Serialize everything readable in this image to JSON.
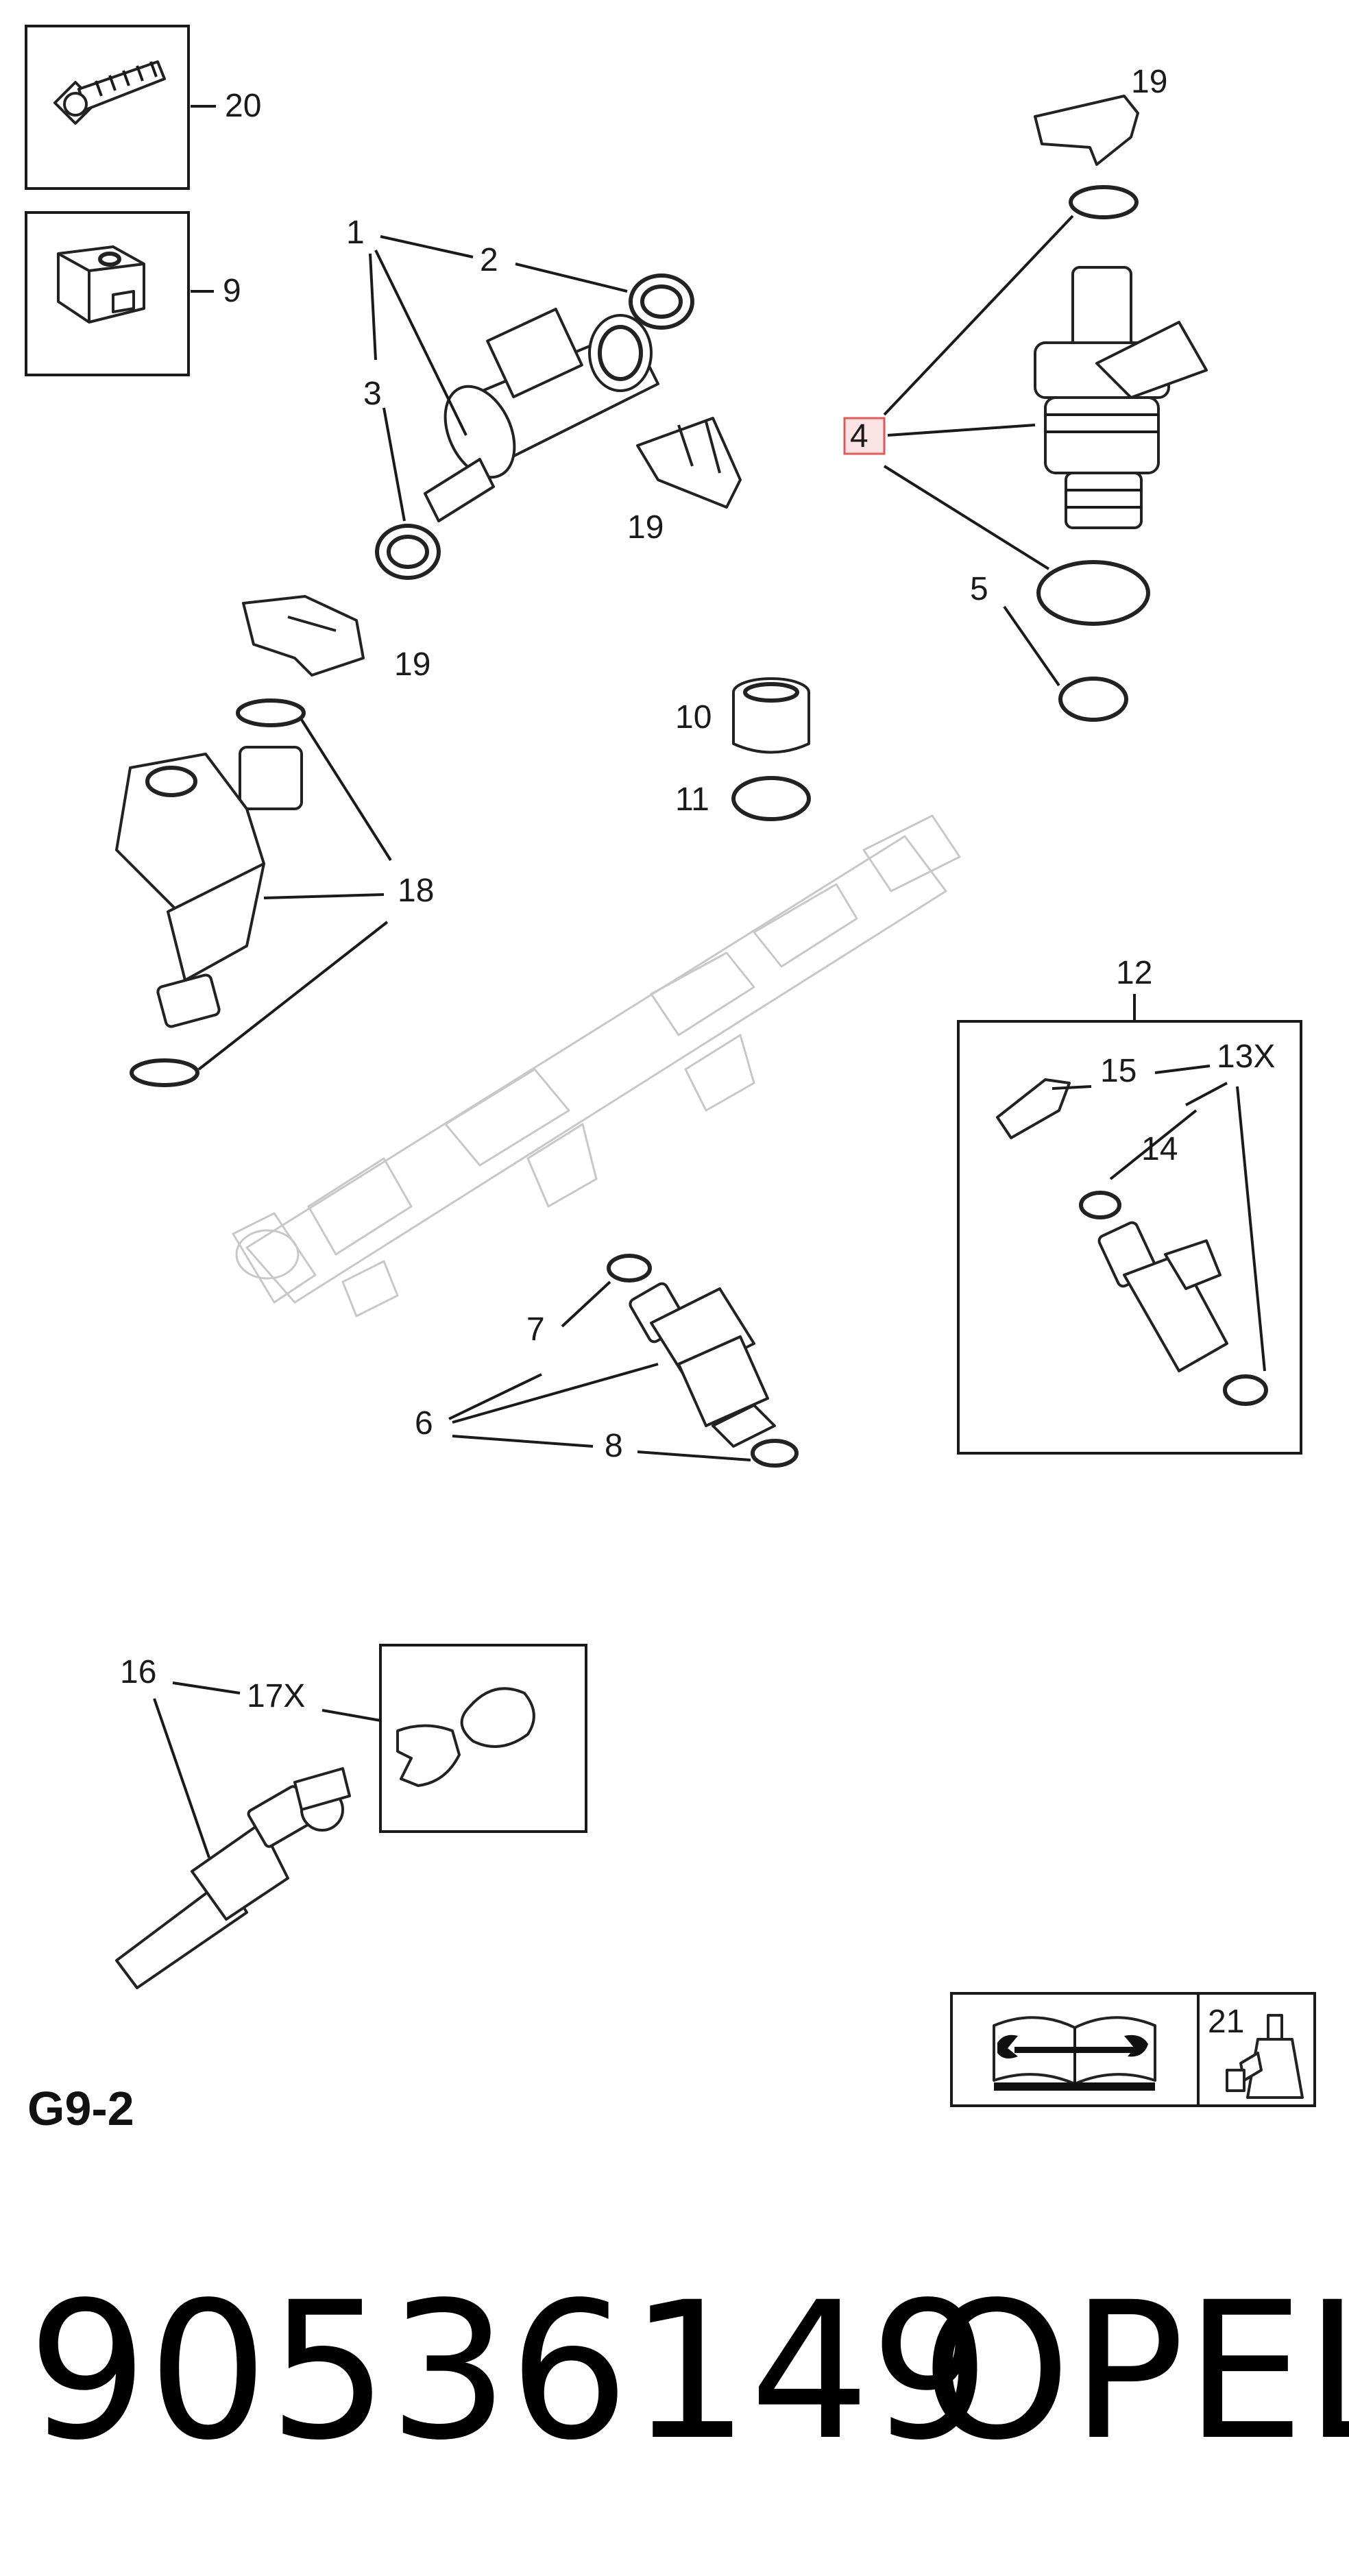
{
  "diagram": {
    "section_code": "G9-2",
    "part_number": "90536149",
    "brand": "OPEL",
    "highlighted_callout": "4",
    "callouts": {
      "c20": "20",
      "c9": "9",
      "c1": "1",
      "c2": "2",
      "c3": "3",
      "c19a": "19",
      "c19b": "19",
      "c19c": "19",
      "c4": "4",
      "c5": "5",
      "c10": "10",
      "c11": "11",
      "c18": "18",
      "c12": "12",
      "c15": "15",
      "c13x": "13X",
      "c14": "14",
      "c7": "7",
      "c6": "6",
      "c8": "8",
      "c16": "16",
      "c17x": "17X",
      "c21": "21"
    }
  }
}
